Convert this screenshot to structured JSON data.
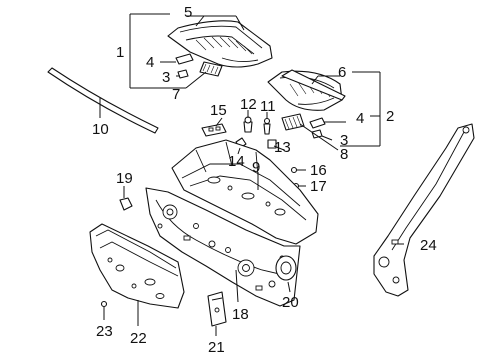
{
  "callouts": {
    "c1": "1",
    "c2": "2",
    "c3a": "3",
    "c3b": "3",
    "c4a": "4",
    "c4b": "4",
    "c5": "5",
    "c6": "6",
    "c7": "7",
    "c8": "8",
    "c9": "9",
    "c10": "10",
    "c11": "11",
    "c12": "12",
    "c13": "13",
    "c14": "14",
    "c15": "15",
    "c16": "16",
    "c17": "17",
    "c18": "18",
    "c19": "19",
    "c20": "20",
    "c21": "21",
    "c22": "22",
    "c23": "23",
    "c24": "24"
  },
  "colors": {
    "line": "#111111",
    "background": "#ffffff"
  }
}
